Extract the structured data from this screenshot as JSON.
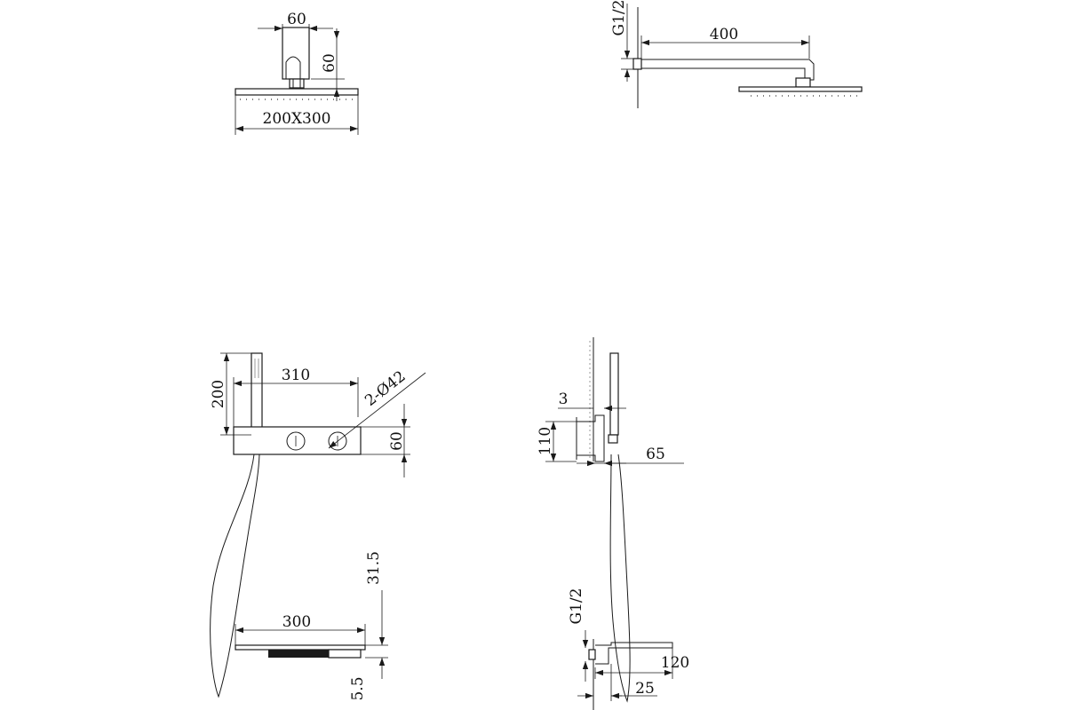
{
  "views": {
    "head_front": {
      "dim_width": "60",
      "dim_height": "60",
      "dim_head": "200X300"
    },
    "head_side": {
      "dim_thread": "G1/2",
      "dim_arm": "400"
    },
    "panel_front": {
      "dim_handle": "200",
      "dim_panel_length": "310",
      "dim_knobs": "2-Ø42",
      "dim_panel_height": "60"
    },
    "panel_side": {
      "dim_gap": "3",
      "dim_depth": "110",
      "dim_projection": "65"
    },
    "spout_top": {
      "dim_length": "300",
      "dim_top_offset": "31.5",
      "dim_thickness": "5.5"
    },
    "spout_side": {
      "dim_thread": "G1/2",
      "dim_length": "120",
      "dim_base": "25"
    }
  },
  "colors": {
    "line": "#1a1a1a",
    "background": "#ffffff"
  }
}
